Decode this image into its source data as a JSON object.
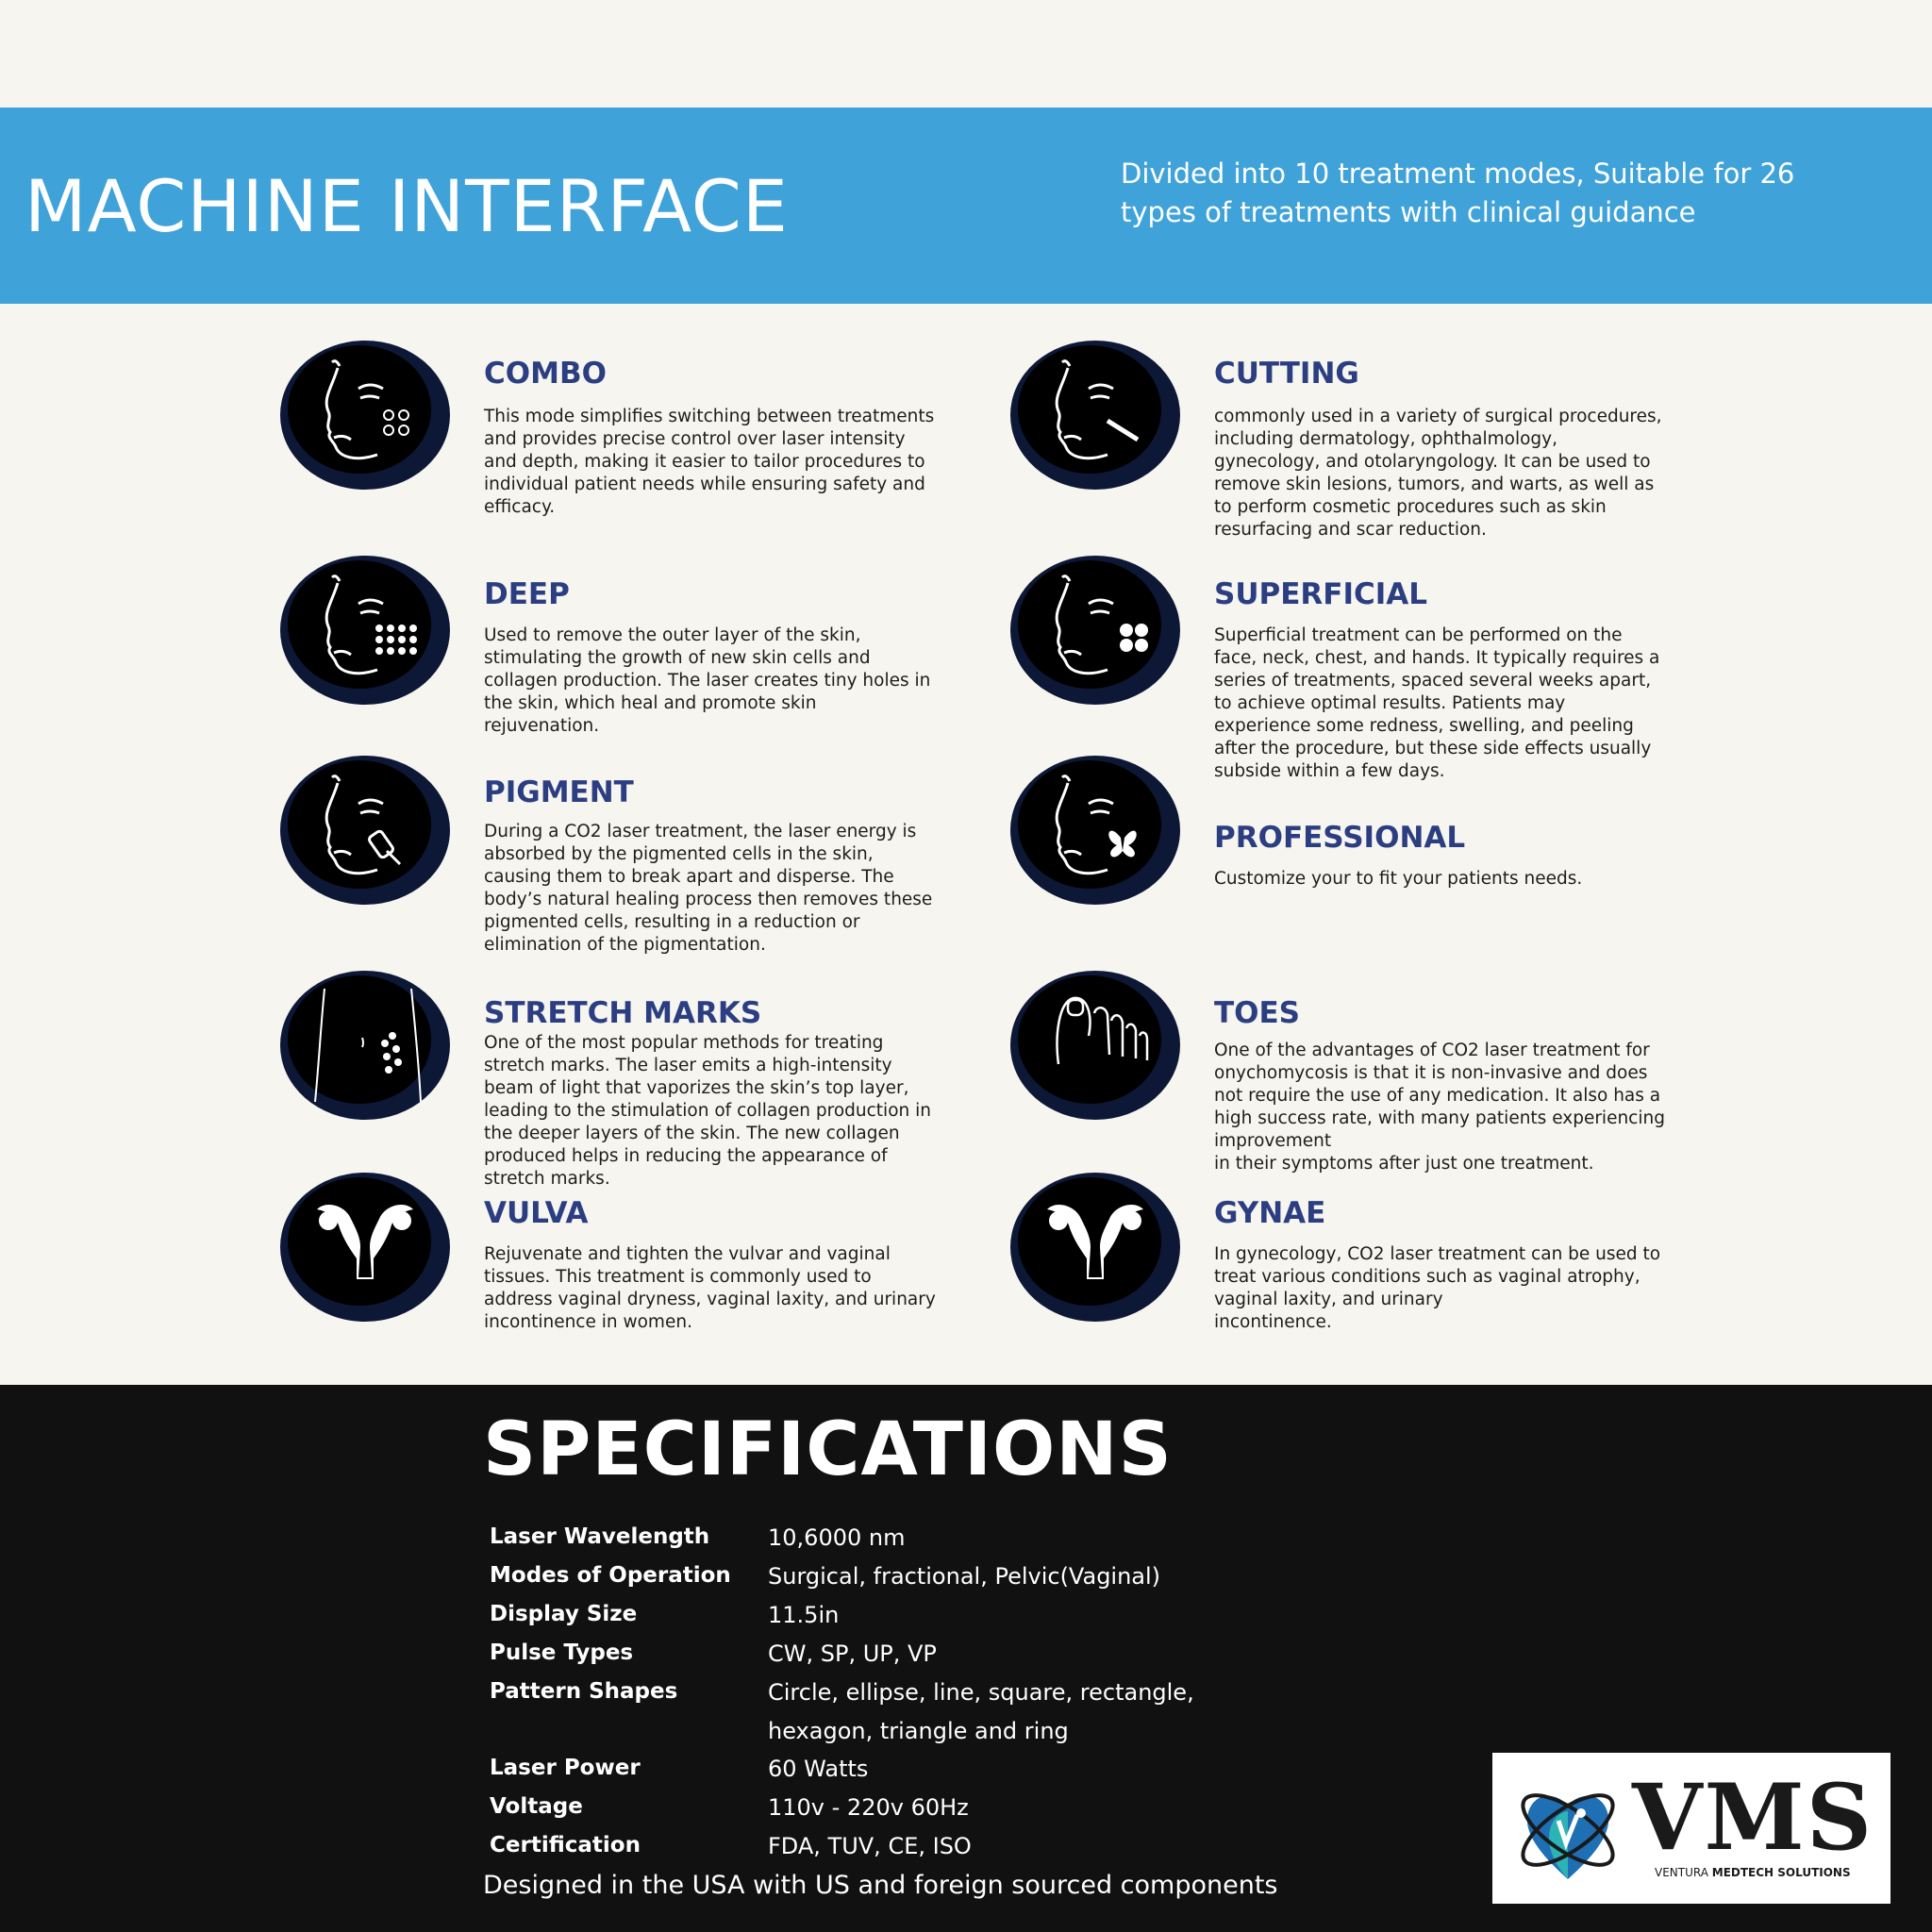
{
  "header": {
    "title": "MACHINE INTERFACE",
    "subtitle": "Divided into 10 treatment modes, Suitable for 26 types of treatments with clinical guidance"
  },
  "modes": [
    {
      "title": "COMBO",
      "icon": "face-combo-icon",
      "description": "This mode  simplifies switching between treatments and provides precise control over laser intensity and depth, making it easier to tailor procedures to individual patient needs while ensuring safety and efficacy."
    },
    {
      "title": "CUTTING",
      "icon": "face-cutting-icon",
      "description": "commonly used in a variety of surgical procedures, including dermatology, ophthalmology, gynecology, and otolaryngology. It can be used to remove skin lesions, tumors, and warts, as well as to perform cosmetic procedures such as skin resurfacing and scar reduction."
    },
    {
      "title": "DEEP",
      "icon": "face-deep-icon",
      "description": "Used to remove the outer layer of the skin, stimulating the growth of new skin cells and collagen production. The laser creates tiny holes in the skin, which heal and promote skin rejuvenation."
    },
    {
      "title": "SUPERFICIAL",
      "icon": "face-superficial-icon",
      "description": "Superficial treatment can be performed on the face, neck, chest, and hands. It typically requires a series of treatments, spaced several weeks apart, to achieve optimal results. Patients may experience some redness, swelling, and peeling after the procedure, but these side effects usually subside within a few days."
    },
    {
      "title": "PIGMENT",
      "icon": "face-pigment-icon",
      "description": "During a CO2 laser treatment, the laser energy is absorbed by the pigmented cells in the skin, causing them to break apart and disperse. The body’s natural healing process then removes these pigmented cells, resulting in a reduction or elimination of the pigmentation."
    },
    {
      "title": "PROFESSIONAL",
      "icon": "face-butterfly-icon",
      "description": "Customize your to fit your patients needs."
    },
    {
      "title": "STRETCH MARKS",
      "icon": "abdomen-icon",
      "description": "One of the most popular methods for treating stretch marks. The laser emits a high-intensity beam of light that vaporizes the skin’s top layer, leading to the stimulation of collagen production in the deeper layers of the skin. The new collagen produced helps in reducing the appearance of stretch marks."
    },
    {
      "title": "TOES",
      "icon": "foot-icon",
      "description": "One of the advantages of CO2 laser treatment for onychomycosis is that it is non-invasive and does not require the use of any medication. It also has a high success rate, with many patients experiencing improvement\nin their symptoms after just one treatment."
    },
    {
      "title": "VULVA",
      "icon": "uterus-icon",
      "description": "Rejuvenate and tighten the vulvar and vaginal tissues. This treatment is commonly used to address vaginal dryness, vaginal laxity, and urinary incontinence in women."
    },
    {
      "title": "GYNAE",
      "icon": "uterus-icon",
      "description": "In gynecology, CO2 laser treatment can be used to treat various conditions such as vaginal atrophy, vaginal laxity, and urinary\nincontinence."
    }
  ],
  "specs": {
    "title": "SPECIFICATIONS",
    "rows": [
      {
        "label": "Laser Wavelength",
        "value": "10,6000 nm"
      },
      {
        "label": "Modes of Operation",
        "value": "Surgical, fractional, Pelvic(Vaginal)"
      },
      {
        "label": "Display Size",
        "value": "11.5in"
      },
      {
        "label": "Pulse Types",
        "value": "CW, SP, UP, VP"
      },
      {
        "label": "Pattern Shapes",
        "value": "Circle, ellipse, line, square, rectangle, hexagon, triangle and ring"
      },
      {
        "label": "Laser Power",
        "value": "60 Watts"
      },
      {
        "label": "Voltage",
        "value": "110v - 220v 60Hz"
      },
      {
        "label": "Certification",
        "value": "FDA, TUV, CE, ISO"
      }
    ],
    "footnote": "Designed in the USA with US and foreign  sourced components"
  },
  "logo": {
    "text": "VMS",
    "tagline_start": "VENTURA ",
    "tagline_bold": "MEDTECH SOLUTIONS",
    "colors": {
      "blue": "#1f6fb5",
      "teal": "#2bb3b5",
      "dark": "#1a1a1a"
    }
  },
  "colors": {
    "banner": "#3fa3da",
    "title_blue": "#2c3e82",
    "icon_bg": "#0d1736",
    "specs_bg": "#111111"
  }
}
